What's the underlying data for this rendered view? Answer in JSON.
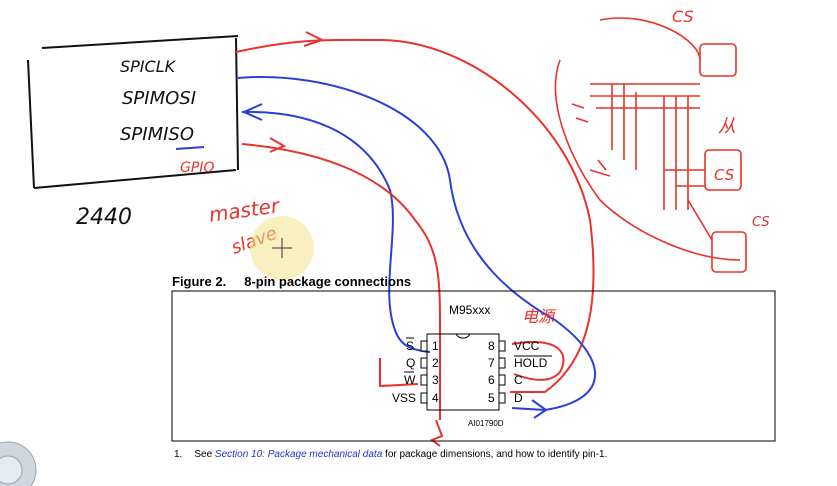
{
  "annotations": {
    "host_pins": [
      "SPICLK",
      "SPIMOSI",
      "SPIMISO",
      "GPIO"
    ],
    "host_name": "2440",
    "master": "master",
    "slave": "slave",
    "cs_labels": [
      "CS",
      "CS",
      "CS"
    ],
    "slave_note": "从",
    "power_note": "电源"
  },
  "figure": {
    "title": "Figure 2.     8-pin package connections",
    "chip_name": "M95xxx",
    "left_pins": [
      {
        "num": "1",
        "name": "S"
      },
      {
        "num": "2",
        "name": "Q"
      },
      {
        "num": "3",
        "name": "W"
      },
      {
        "num": "4",
        "name": "VSS"
      }
    ],
    "right_pins": [
      {
        "num": "8",
        "name": "VCC"
      },
      {
        "num": "7",
        "name": "HOLD"
      },
      {
        "num": "6",
        "name": "C"
      },
      {
        "num": "5",
        "name": "D"
      }
    ],
    "code": "AI01790D",
    "footnote_index": "1.",
    "footnote_pre": "See ",
    "footnote_link": "Section 10: Package mechanical data",
    "footnote_post": " for package dimensions, and how to identify pin-1."
  },
  "colors": {
    "red": "#e8322b",
    "blue": "#2b3fd6",
    "ink": "#111111"
  }
}
